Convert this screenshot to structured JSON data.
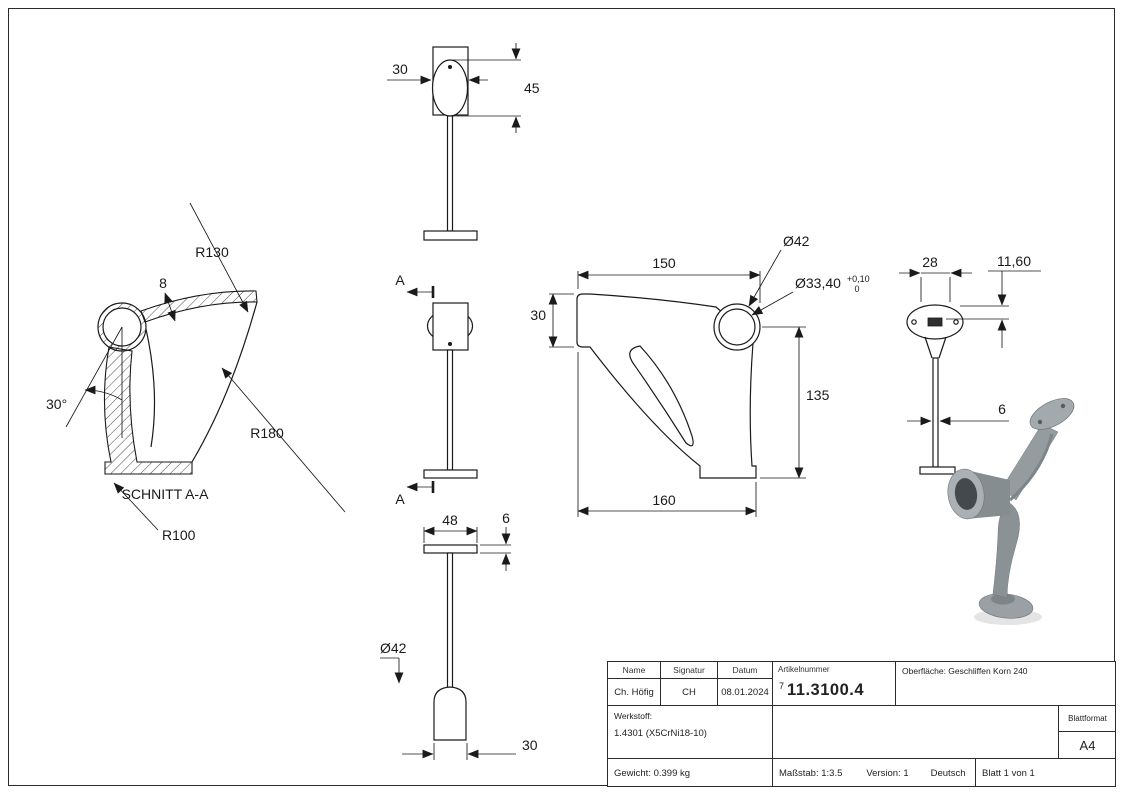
{
  "drawing": {
    "top_view": {
      "width": "30",
      "height": "45"
    },
    "section_view": {
      "r130": "R130",
      "thickness": "8",
      "angle": "30°",
      "r180": "R180",
      "title": "SCHNITT A-A",
      "r100": "R100"
    },
    "front_view": {
      "section_label_top": "A",
      "section_label_bottom": "A",
      "plate_width": "48",
      "plate_thickness": "6",
      "tube_diameter": "Ø42",
      "tube_width": "30"
    },
    "main_view": {
      "width_150": "150",
      "saddle_height": "30",
      "ring_outer": "Ø42",
      "ring_inner": "Ø33,40",
      "tol_upper": "+0,10",
      "tol_lower": "0",
      "height_135": "135",
      "base_width": "160"
    },
    "side_view": {
      "width_28": "28",
      "offset_1160": "11,60",
      "stem_6": "6"
    }
  },
  "title_block": {
    "col_name": "Name",
    "col_signature": "Signatur",
    "col_date": "Datum",
    "article_label": "Artikelnummer",
    "surface": "Oberfläche:  Geschliffen Korn 240",
    "name": "Ch. Höfig",
    "signature": "CH",
    "date": "08.01.2024",
    "article_prefix": "7",
    "article_number": "11.3100.4",
    "material_label": "Werkstoff:",
    "material_value": "1.4301  (X5CrNi18-10)",
    "format_label": "Blattformat",
    "format_value": "A4",
    "weight": "Gewicht: 0.399 kg",
    "scale": "Maßstab: 1:3.5",
    "version": "Version: 1",
    "language": "Deutsch",
    "sheet": "Blatt 1 von 1"
  }
}
